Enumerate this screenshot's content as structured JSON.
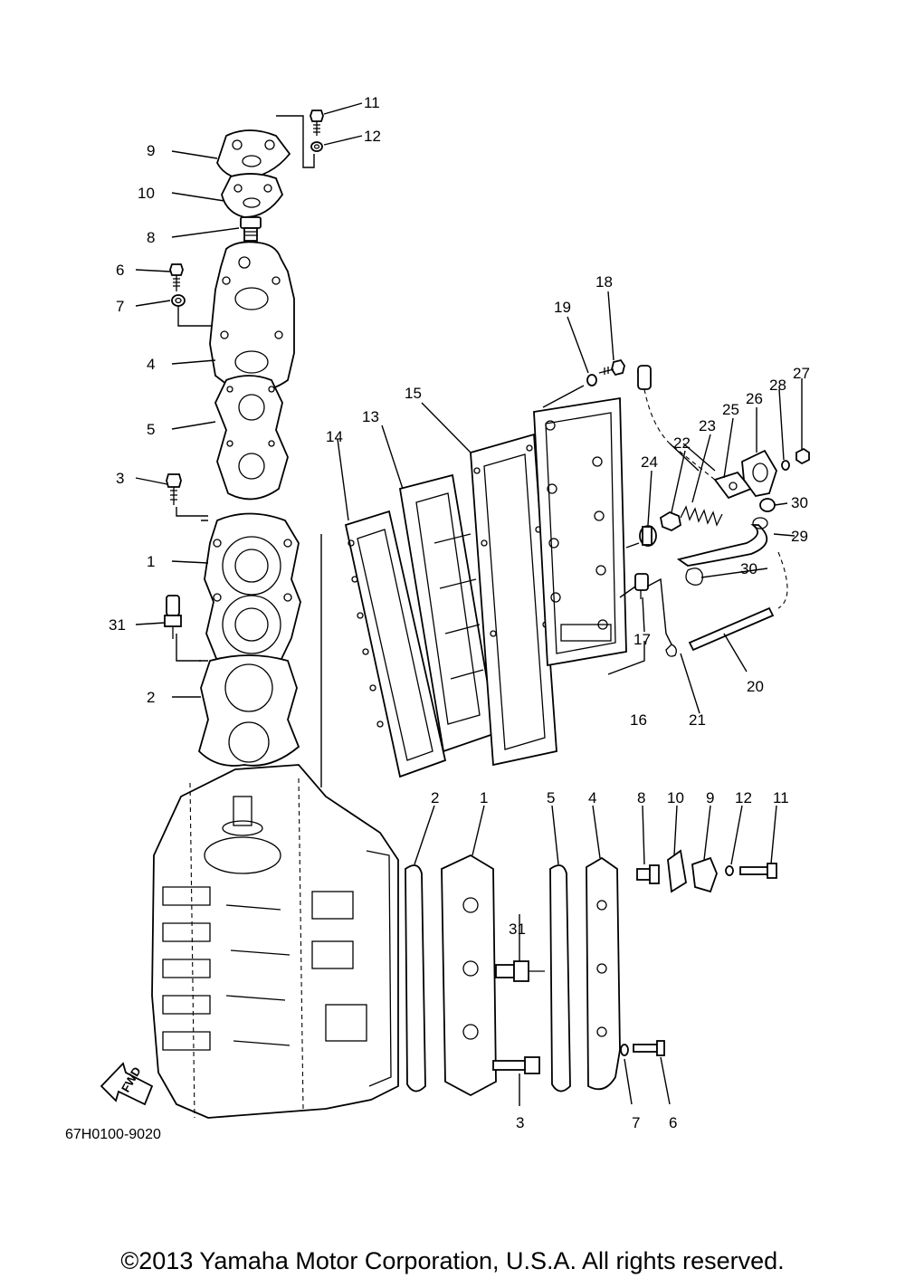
{
  "diagram": {
    "part_code": "67H0100-9020",
    "fwd_label": "FWD",
    "copyright": "©2013 Yamaha Motor Corporation, U.S.A. All rights reserved.",
    "callouts_exploded_top": [
      "11",
      "12",
      "9",
      "10",
      "8",
      "6",
      "7",
      "4",
      "5",
      "3",
      "1",
      "31",
      "2"
    ],
    "callouts_exploded_right": [
      "18",
      "19",
      "15",
      "13",
      "14",
      "24",
      "22",
      "23",
      "25",
      "26",
      "28",
      "27",
      "30",
      "29",
      "30",
      "17",
      "20",
      "16",
      "21"
    ],
    "callouts_side_view": [
      "2",
      "1",
      "5",
      "4",
      "8",
      "10",
      "9",
      "12",
      "11",
      "31",
      "3",
      "7",
      "6"
    ]
  }
}
